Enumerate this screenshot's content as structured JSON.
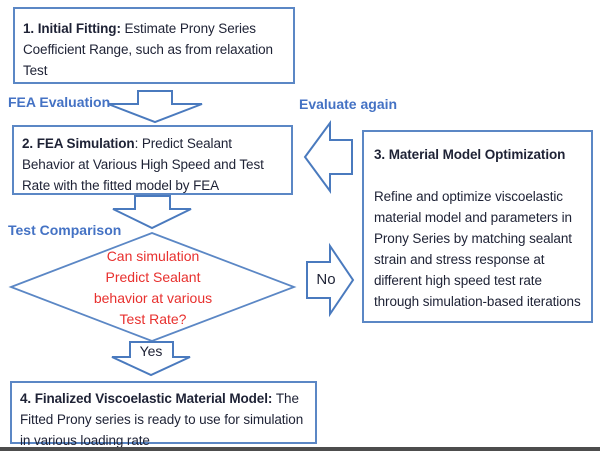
{
  "flow": {
    "box1": {
      "title": "1. Initial Fitting: ",
      "body": "Estimate Prony Series Coefficient Range, such as from relaxation Test"
    },
    "label_fea_evaluation": "FEA Evaluation",
    "box2": {
      "title": "2. FEA Simulation",
      "body": ": Predict Sealant Behavior at Various High Speed and Test Rate with the fitted model by FEA"
    },
    "label_evaluate_again": "Evaluate again",
    "box3": {
      "title": "3. Material Model Optimization",
      "body": "Refine and optimize viscoelastic material model and parameters in Prony Series by matching sealant strain and stress response at different high speed test rate through simulation-based iterations"
    },
    "label_test_comparison": "Test Comparison",
    "decision": {
      "lines": [
        "Can simulation",
        "Predict Sealant",
        "behavior at various",
        "Test Rate?"
      ]
    },
    "label_no": "No",
    "label_yes": "Yes",
    "box4": {
      "title": "4. Finalized Viscoelastic Material Model: ",
      "body": "The Fitted Prony series is ready to use for simulation in various loading rate"
    }
  },
  "colors": {
    "border_blue": "#5b87c5",
    "arrow_blue": "#4a7abe",
    "label_blue": "#4472c4",
    "decision_red": "#e8302e",
    "text_dark": "#1e2235",
    "bottom_bar": "#4d4d4d"
  }
}
